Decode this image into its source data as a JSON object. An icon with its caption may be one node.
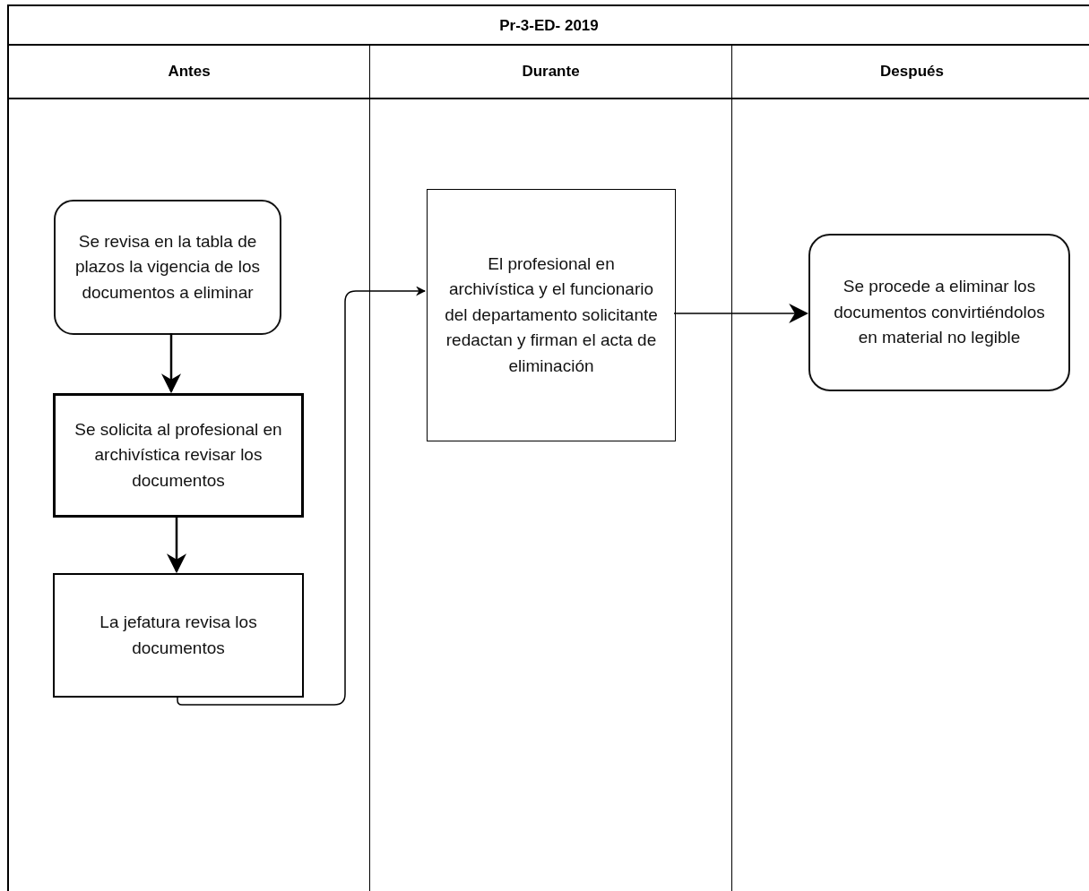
{
  "diagram": {
    "nodes": [
      {
        "text": [
          "Pr-3-ED- 2019"
        ]
      },
      {
        "text": [
          "Antes"
        ],
        "in": 0
      },
      {
        "text": [
          "Durante"
        ],
        "in": 0
      },
      {
        "text": [
          "Después"
        ],
        "in": 0
      },
      {
        "text": [
          "Se revisa en la tabla de plazos la vigencia de los documentos a eliminar"
        ],
        "in": 1
      },
      {
        "text": [
          "Se solicita al profesional en archivística revisar los documentos"
        ],
        "in": 1
      },
      {
        "text": [
          "La jefatura revisa los documentos"
        ],
        "in": 1
      },
      {
        "text": [
          "El profesional en archivística y el funcionario del departamento solicitante redactan y firman el acta de eliminación"
        ],
        "in": 2
      },
      {
        "text": [
          "Se procede a eliminar los documentos convirtiéndolos en material no legible"
        ],
        "in": 3
      }
    ],
    "edges": [
      {
        "from": 4,
        "to": 5,
        "arrow": "to"
      },
      {
        "from": 5,
        "to": 6,
        "arrow": "to"
      },
      {
        "from": 6,
        "to": 7,
        "arrow": "to"
      },
      {
        "from": 7,
        "to": 8,
        "arrow": "to"
      }
    ]
  }
}
